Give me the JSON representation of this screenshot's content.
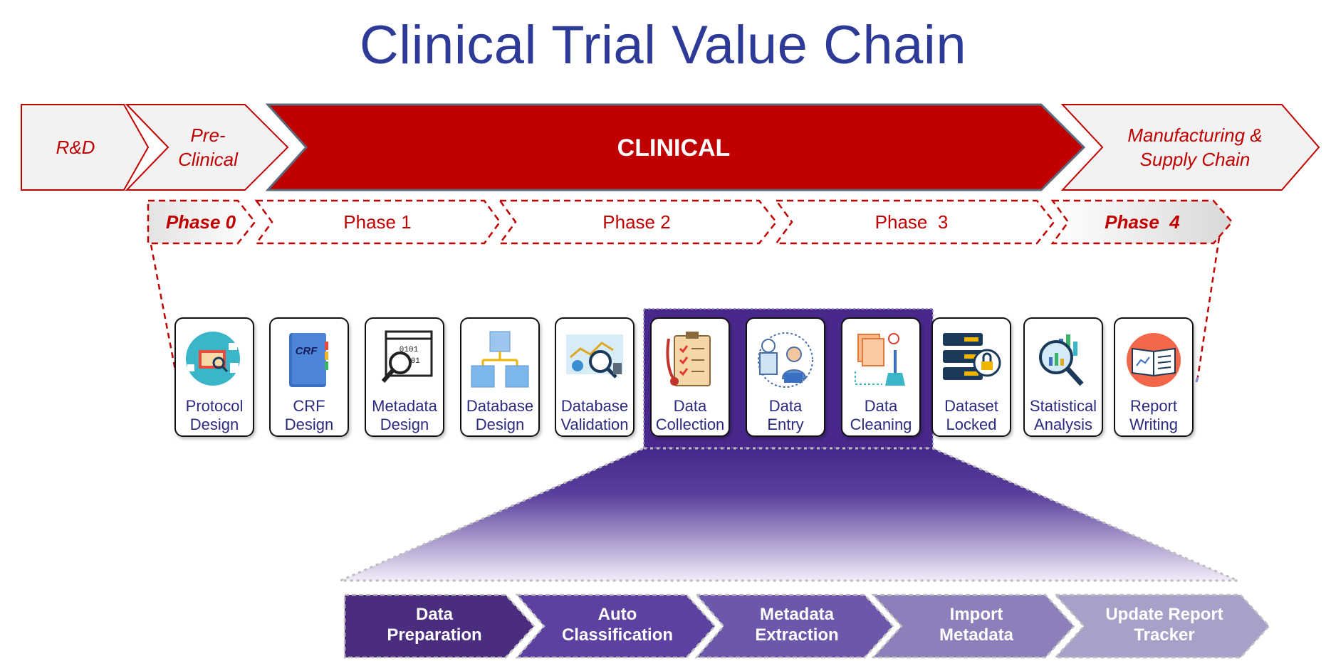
{
  "title": "Clinical Trial Value Chain",
  "stages": [
    {
      "label_lines": [
        "R&D"
      ],
      "italic": true
    },
    {
      "label_lines": [
        "Pre-",
        "Clinical"
      ],
      "italic": true
    },
    {
      "label_lines": [
        "CLINICAL"
      ],
      "italic": false
    },
    {
      "label_lines": [
        "Manufacturing &",
        "Supply Chain"
      ],
      "italic": true
    }
  ],
  "phases": [
    {
      "label": "Phase 0",
      "italic": true
    },
    {
      "label": "Phase 1",
      "italic": false
    },
    {
      "label": "Phase 2",
      "italic": false
    },
    {
      "label": "Phase  3",
      "italic": false
    },
    {
      "label": "Phase  4",
      "italic": true
    }
  ],
  "steps": [
    {
      "line1": "Protocol",
      "line2": "Design",
      "icon": "protocol-design-icon"
    },
    {
      "line1": "CRF",
      "line2": "Design",
      "icon": "crf-book-icon"
    },
    {
      "line1": "Metadata",
      "line2": "Design",
      "icon": "metadata-magnifier-icon"
    },
    {
      "line1": "Database",
      "line2": "Design",
      "icon": "database-tree-icon"
    },
    {
      "line1": "Database",
      "line2": "Validation",
      "icon": "database-validation-icon"
    },
    {
      "line1": "Data",
      "line2": "Collection",
      "icon": "clipboard-stethoscope-icon"
    },
    {
      "line1": "Data",
      "line2": "Entry",
      "icon": "data-entry-person-icon"
    },
    {
      "line1": "Data",
      "line2": "Cleaning",
      "icon": "broom-documents-icon"
    },
    {
      "line1": "Dataset",
      "line2": "Locked",
      "icon": "server-lock-icon"
    },
    {
      "line1": "Statistical",
      "line2": "Analysis",
      "icon": "chart-magnifier-icon"
    },
    {
      "line1": "Report",
      "line2": "Writing",
      "icon": "open-book-icon"
    }
  ],
  "crf_icon_text": "CRF",
  "process": [
    {
      "line1": "Data",
      "line2": "Preparation"
    },
    {
      "line1": "Auto",
      "line2": "Classification"
    },
    {
      "line1": "Metadata",
      "line2": "Extraction"
    },
    {
      "line1": "Import",
      "line2": "Metadata"
    },
    {
      "line1": "Update Report",
      "line2": "Tracker"
    }
  ],
  "colors": {
    "title": "#2e3a97",
    "clinical_red": "#c00000",
    "stage_fill": "#f2f2f2",
    "highlight_purple": "#4a2d8c",
    "process": [
      "#4a2d7e",
      "#5c41a0",
      "#6d57aa",
      "#8c7fba",
      "#a8a0c8"
    ]
  }
}
